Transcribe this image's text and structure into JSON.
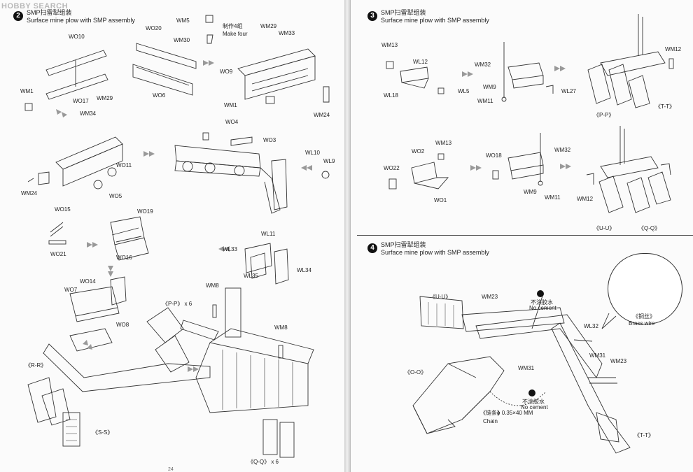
{
  "watermark": "HOBBY SEARCH",
  "left_page": {
    "step2": {
      "number": "2",
      "title_cn": "SMP扫雷犁组装",
      "title_en": "Surface mine plow with SMP assembly"
    },
    "make_four_cn": "制作4组",
    "make_four_en": "Make four",
    "labels": [
      "WO10",
      "WO17",
      "WM1",
      "WM29",
      "WM34",
      "WO11",
      "WM24",
      "WO20",
      "WO6",
      "WM5",
      "WM30",
      "WM1",
      "WM29",
      "WM33",
      "WO9",
      "WM24",
      "WO4",
      "WO3",
      "WL10",
      "WL9",
      "WO15",
      "WO21",
      "WO5",
      "WO19",
      "WO16",
      "WL11",
      "WL33",
      "WL35",
      "WL34",
      "WO14",
      "WO7",
      "WO8",
      "WM8",
      "WM8",
      "(R-R)",
      "(S-S)"
    ],
    "pp_mult": "《P-P》 x 6",
    "qq_mult": "《Q-Q》 x 6",
    "rr": "《R-R》",
    "ss": "《S-S》",
    "pagenum": "24"
  },
  "right_page": {
    "step3": {
      "number": "3",
      "title_cn": "SMP扫雷犁组装",
      "title_en": "Surface mine plow with SMP assembly"
    },
    "step4": {
      "number": "4",
      "title_cn": "SMP扫雷犁组装",
      "title_en": "Surface mine plow with SMP assembly"
    },
    "labels3": [
      "WM13",
      "WL12",
      "WL18",
      "WL5",
      "WM32",
      "WM9",
      "WM11",
      "WL27",
      "WM12",
      "WO2",
      "WM13",
      "WO22",
      "WO1",
      "WO18",
      "WM32",
      "WM9",
      "WM11",
      "WM12"
    ],
    "pp": "《P-P》",
    "tt": "《T-T》",
    "uu": "《U-U》",
    "qq": "《Q-Q》",
    "step4_labels": {
      "uu": "《U-U》",
      "wm23a": "WM23",
      "no_cement_cn": "不涂胶水",
      "no_cement_en": "No cement",
      "wl32": "WL32",
      "wm31a": "WM31",
      "wm31b": "WM31",
      "wm23b": "WM23",
      "oo": "《O-O》",
      "no_cement2_cn": "不涂胶水",
      "no_cement2_en": "No cement",
      "chain_cn": "《链条》",
      "chain_spec": "ϕ 0.35×40 MM",
      "chain_en": "Chain",
      "brass_cn": "《铜丝》",
      "brass_en": "Brass wire",
      "tt": "《T-T》"
    }
  }
}
